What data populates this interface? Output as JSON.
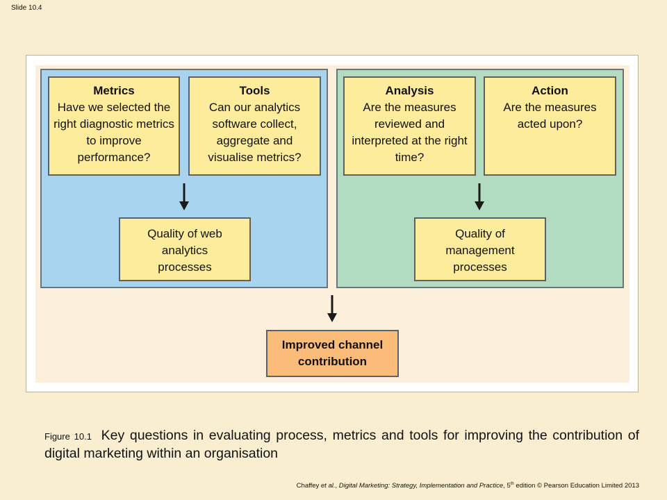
{
  "slide": {
    "number": "Slide 10.4"
  },
  "diagram": {
    "boxes": {
      "metrics": {
        "title": "Metrics",
        "text": "Have we selected the right diagnostic metrics to improve performance?"
      },
      "tools": {
        "title": "Tools",
        "text": "Can our analytics software collect, aggregate and visualise metrics?"
      },
      "analysis": {
        "title": "Analysis",
        "text": "Are the measures reviewed and interpreted at the right time?"
      },
      "action": {
        "title": "Action",
        "text": "Are the measures acted upon?"
      },
      "web_quality": {
        "text": "Quality of web analytics processes"
      },
      "mgmt_quality": {
        "text": "Quality of management processes"
      },
      "outcome": {
        "text": "Improved channel contribution"
      }
    },
    "colors": {
      "blue_panel": "#a9d4f0",
      "green_panel": "#b1dcc1",
      "box_fill": "#fcec9c",
      "outcome_fill": "#fbbc7a"
    }
  },
  "caption": {
    "label": "Figure 10.1",
    "text": "Key questions in evaluating process, metrics and tools for improving the contribution of digital marketing within an organisation"
  },
  "footer": {
    "authors": "Chaffey ",
    "etal": "et al.",
    "book": "Digital Marketing: Strategy, Implementation and Practice",
    "edition_num": "5",
    "edition_sup": "th",
    "rest": " edition © Pearson Education Limited 2013"
  }
}
